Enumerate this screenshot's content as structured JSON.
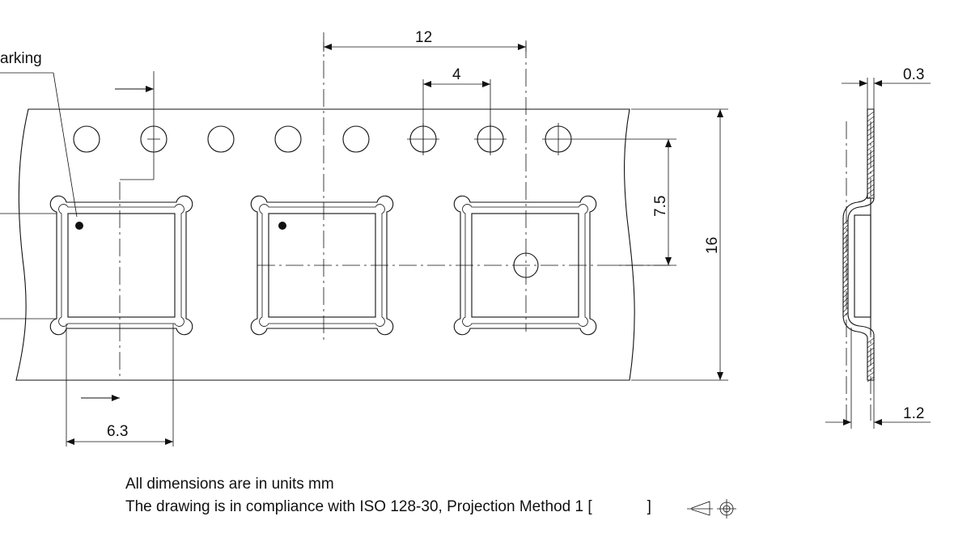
{
  "dimensions": {
    "hole_pitch": "4",
    "pocket_pitch": "12",
    "hole_to_pocket_center": "7.5",
    "tape_width": "16",
    "sprocket_to_pocket_offset": "6.3",
    "tape_thickness": "0.3",
    "pocket_depth": "1.2"
  },
  "labels": {
    "marking": "arking"
  },
  "notes": {
    "units": "All dimensions are in units mm",
    "compliance": "The drawing is in compliance with ISO 128-30, Projection Method 1 [",
    "compliance_end": "]"
  }
}
